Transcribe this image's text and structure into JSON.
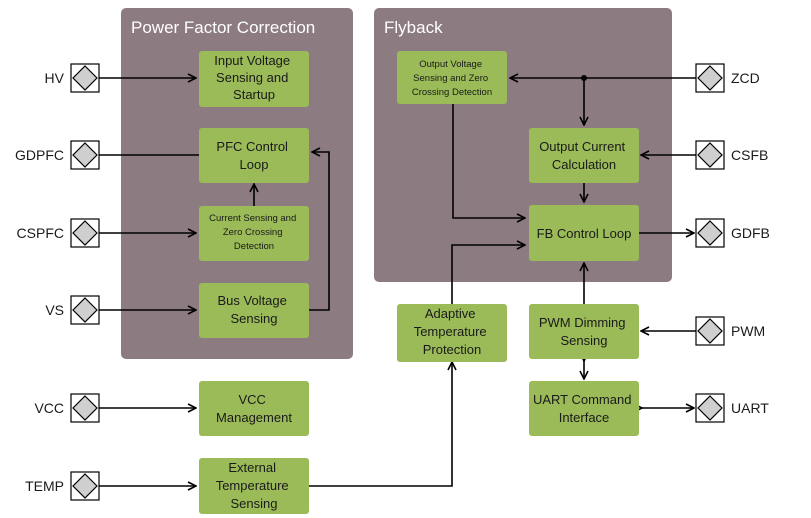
{
  "panels": {
    "pfc": {
      "title": "Power Factor Correction"
    },
    "flyback": {
      "title": "Flyback"
    }
  },
  "blocks": {
    "input_voltage": [
      "Input Voltage",
      "Sensing and",
      "Startup"
    ],
    "pfc_control": [
      "PFC Control",
      "Loop"
    ],
    "current_sensing": [
      "Current Sensing and",
      "Zero Crossing",
      "Detection"
    ],
    "bus_voltage": [
      "Bus Voltage",
      "Sensing"
    ],
    "vcc_mgmt": [
      "VCC",
      "Management"
    ],
    "ext_temp": [
      "External",
      "Temperature",
      "Sensing"
    ],
    "adaptive_temp": [
      "Adaptive",
      "Temperature",
      "Protection"
    ],
    "output_voltage": [
      "Output Voltage",
      "Sensing and Zero",
      "Crossing Detection"
    ],
    "output_current": [
      "Output Current",
      "Calculation"
    ],
    "fb_control": [
      "FB Control Loop"
    ],
    "pwm_dimming": [
      "PWM Dimming",
      "Sensing"
    ],
    "uart_cmd": [
      "UART Command",
      "Interface"
    ]
  },
  "pins": {
    "hv": "HV",
    "gdpfc": "GDPFC",
    "cspfc": "CSPFC",
    "vs": "VS",
    "vcc": "VCC",
    "temp": "TEMP",
    "zcd": "ZCD",
    "csfb": "CSFB",
    "gdfb": "GDFB",
    "pwm": "PWM",
    "uart": "UART"
  },
  "colors": {
    "panel": "#8c7b80",
    "block": "#9bbb59",
    "pin_fill": "#cfcfcf",
    "wire": "#000000"
  }
}
